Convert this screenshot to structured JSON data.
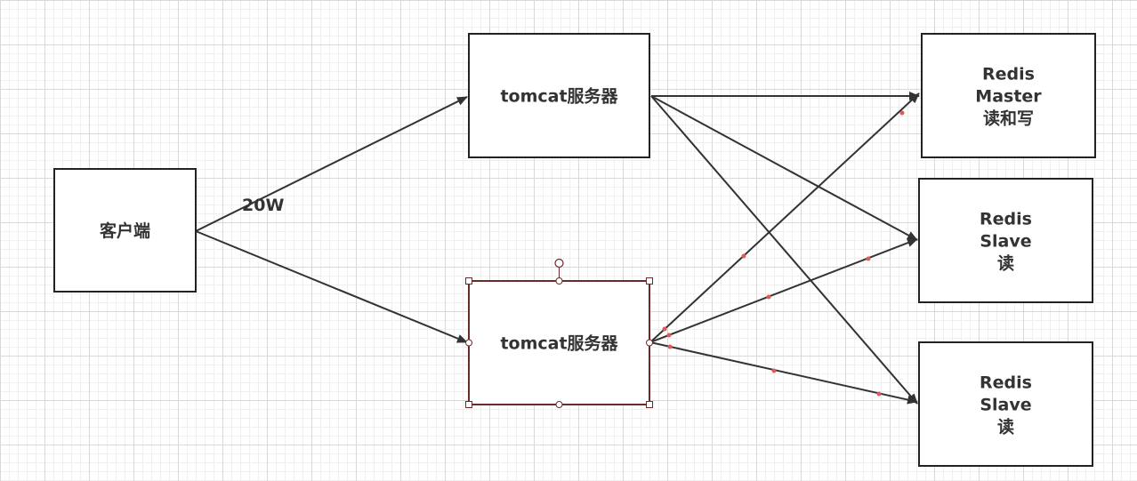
{
  "nodes": {
    "client": {
      "lines": [
        "客户端"
      ]
    },
    "tomcat_top": {
      "lines": [
        "tomcat服务器"
      ]
    },
    "tomcat_bottom": {
      "lines": [
        "tomcat服务器"
      ],
      "selected": true
    },
    "redis_master": {
      "lines": [
        "Redis",
        "Master",
        "读和写"
      ]
    },
    "redis_slave_1": {
      "lines": [
        "Redis",
        "Slave",
        "读"
      ]
    },
    "redis_slave_2": {
      "lines": [
        "Redis",
        "Slave",
        "读"
      ]
    }
  },
  "edges": [
    {
      "from": "client",
      "to": "tomcat_top",
      "label": "20W"
    },
    {
      "from": "client",
      "to": "tomcat_bottom"
    },
    {
      "from": "tomcat_top",
      "to": "redis_master"
    },
    {
      "from": "tomcat_top",
      "to": "redis_slave_1"
    },
    {
      "from": "tomcat_top",
      "to": "redis_slave_2"
    },
    {
      "from": "tomcat_bottom",
      "to": "redis_master"
    },
    {
      "from": "tomcat_bottom",
      "to": "redis_slave_1"
    },
    {
      "from": "tomcat_bottom",
      "to": "redis_slave_2"
    }
  ],
  "colors": {
    "line": "#333333",
    "box_border": "#222222",
    "selection": "#6b2b2b",
    "waypoint": "#e05a5a"
  }
}
